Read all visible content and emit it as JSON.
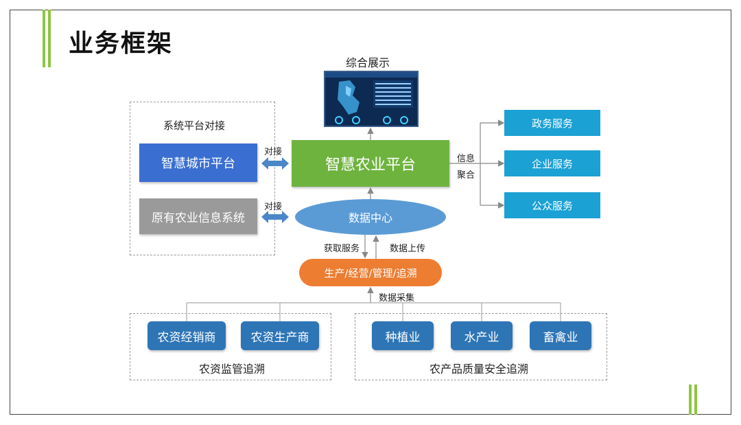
{
  "slide": {
    "title": "业务框架"
  },
  "display": {
    "label": "综合展示"
  },
  "system_group": {
    "title": "系统平台对接",
    "smart_city": "智慧城市平台",
    "legacy_system": "原有农业信息系统",
    "connect_label_1": "对接",
    "connect_label_2": "对接"
  },
  "platform": {
    "label": "智慧农业平台",
    "info_label_1": "信息",
    "info_label_2": "聚合"
  },
  "services": [
    "政务服务",
    "企业服务",
    "公众服务"
  ],
  "data_center": {
    "label": "数据中心",
    "get_service": "获取服务",
    "upload": "数据上传"
  },
  "production": {
    "label": "生产/经营/管理/追溯",
    "collect": "数据采集"
  },
  "supervision_group": {
    "title": "农资监管追溯",
    "items": [
      "农资经销商",
      "农资生产商"
    ]
  },
  "quality_group": {
    "title": "农产品质量安全追溯",
    "items": [
      "种植业",
      "水产业",
      "畜禽业"
    ]
  },
  "colors": {
    "accent_green": "#8dc63f",
    "platform_green": "#6fb33f",
    "smart_city_blue": "#3a6fd1",
    "legacy_gray": "#9a9a9a",
    "service_cyan": "#1ba1d4",
    "data_center_blue": "#5b9bd5",
    "production_orange": "#ed7d31",
    "item_blue": "#2e75b6"
  }
}
